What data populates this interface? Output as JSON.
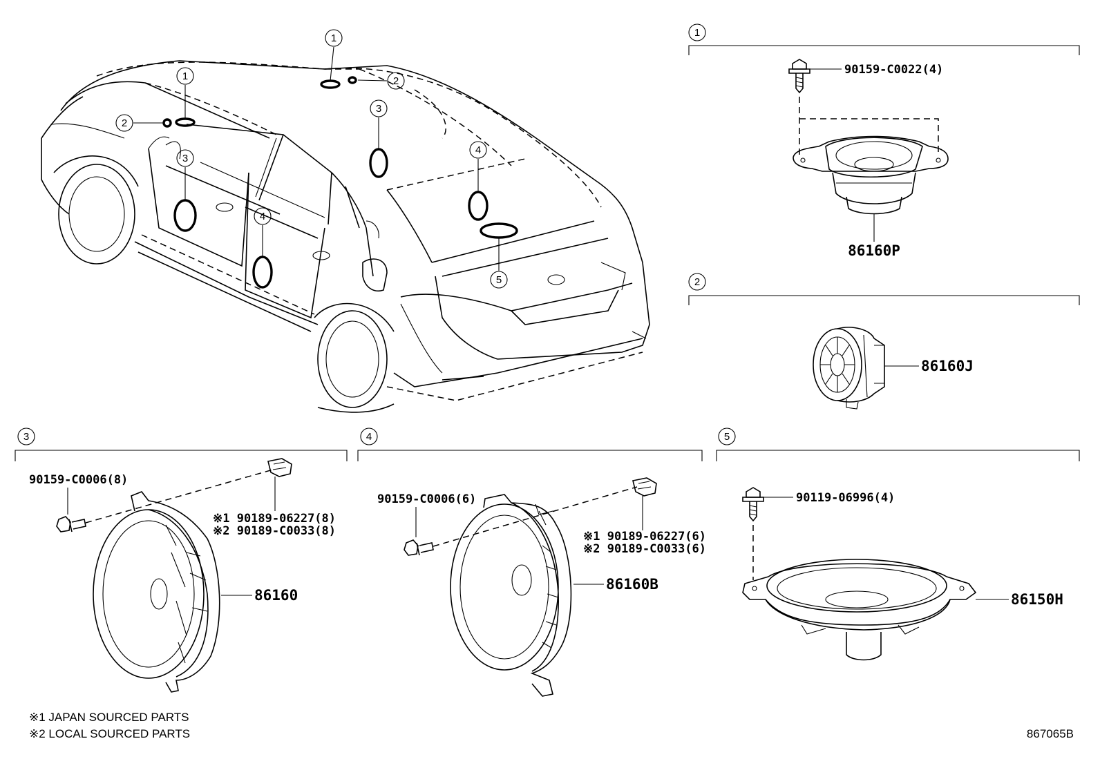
{
  "sections": [
    {
      "num": "1",
      "callout": "①",
      "parts": [
        {
          "part_no": "90159-C0022(4)"
        },
        {
          "part_no": "86160P"
        }
      ]
    },
    {
      "num": "2",
      "callout": "②",
      "parts": [
        {
          "part_no": "86160J"
        }
      ]
    },
    {
      "num": "3",
      "callout": "③",
      "parts": [
        {
          "part_no": "90159-C0006(8)"
        },
        {
          "part_no": "※1 90189-06227(8)"
        },
        {
          "part_no": "※2 90189-C0033(8)"
        },
        {
          "part_no": "86160"
        }
      ]
    },
    {
      "num": "4",
      "callout": "④",
      "parts": [
        {
          "part_no": "90159-C0006(6)"
        },
        {
          "part_no": "※1 90189-06227(6)"
        },
        {
          "part_no": "※2 90189-C0033(6)"
        },
        {
          "part_no": "86160B"
        }
      ]
    },
    {
      "num": "5",
      "callout": "⑤",
      "parts": [
        {
          "part_no": "90119-06996(4)"
        },
        {
          "part_no": "86150H"
        }
      ]
    }
  ],
  "car_callouts": [
    "1",
    "1",
    "2",
    "2",
    "3",
    "3",
    "4",
    "4",
    "5"
  ],
  "notes": [
    "※1 JAPAN SOURCED PARTS",
    "※2 LOCAL SOURCED PARTS"
  ],
  "diagram_id": "867065B"
}
